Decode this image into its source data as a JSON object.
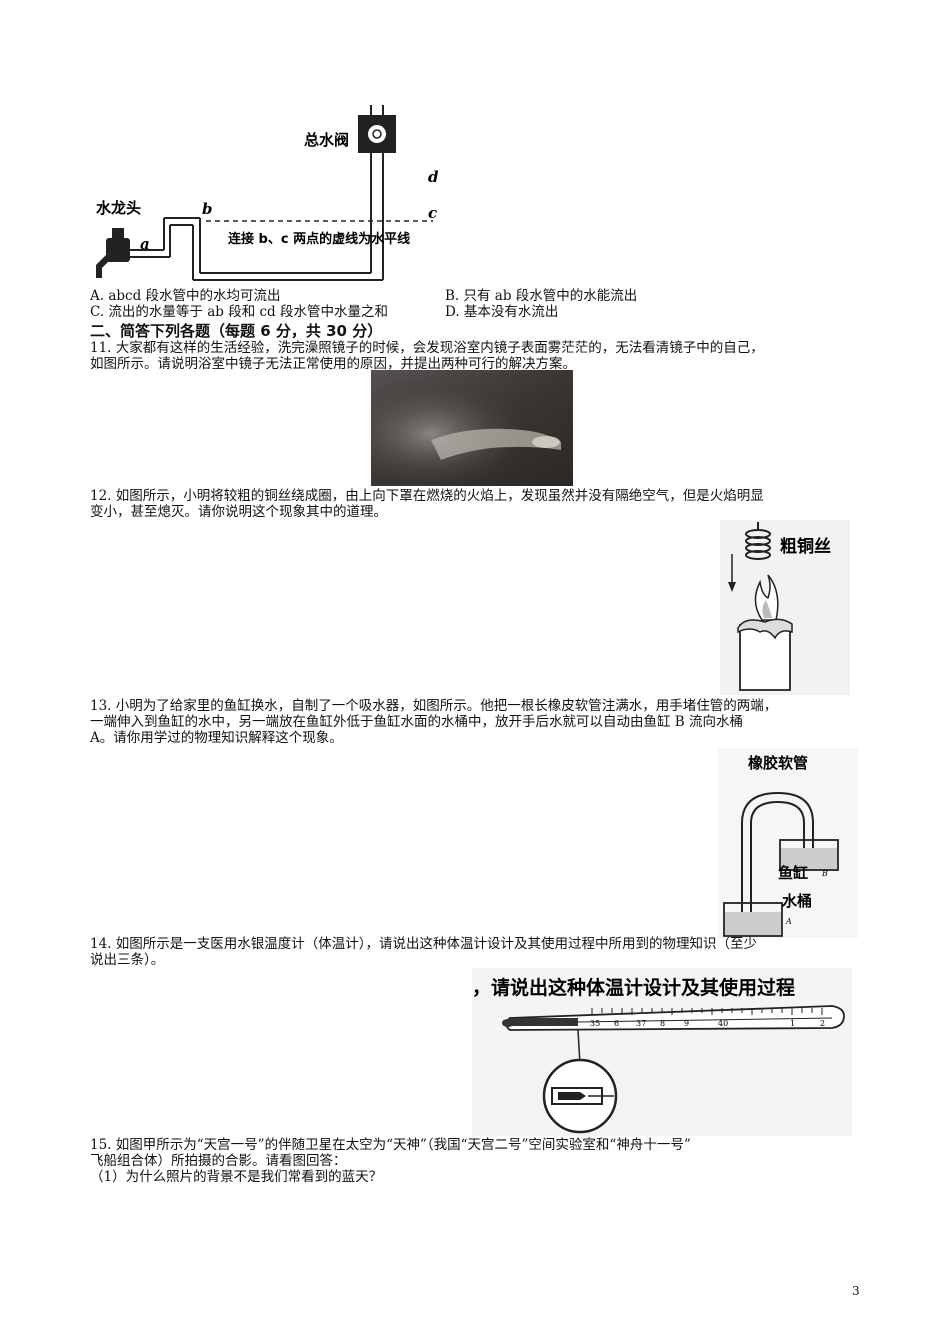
{
  "fig10": {
    "valve_label": "总水阀",
    "faucet_label": "水龙头",
    "point_a": "a",
    "point_b": "b",
    "point_c": "c",
    "point_d": "d",
    "dashed_note": "连接 b、c 两点的虚线为水平线"
  },
  "q10_options": {
    "A": "A. abcd 段水管中的水均可流出",
    "B": "B. 只有 ab 段水管中的水能流出",
    "C": "C. 流出的水量等于 ab 段和 cd 段水管中水量之和",
    "D": "D. 基本没有水流出"
  },
  "section2": {
    "title": "二、简答下列各题（每题 6 分，共 30 分）"
  },
  "q11": {
    "line1": "11. 大家都有这样的生活经验，洗完澡照镜子的时候，会发现浴室内镜子表面雾茫茫的，无法看清镜子中的自己，",
    "line2": "如图所示。请说明浴室中镜子无法正常使用的原因，并提出两种可行的解决方案。"
  },
  "q12": {
    "line1": "12. 如图所示，小明将较粗的铜丝绕成圈，由上向下罩在燃烧的火焰上，发现虽然并没有隔绝空气，但是火焰明显",
    "line2": "变小，甚至熄灭。请你说明这个现象其中的道理。",
    "fig_label": "粗铜丝"
  },
  "q13": {
    "line1": "13. 小明为了给家里的鱼缸换水，自制了一个吸水器，如图所示。他把一根长橡皮软管注满水，用手堵住管的两端，",
    "line2": "一端伸入到鱼缸的水中，另一端放在鱼缸外低于鱼缸水面的水桶中，放开手后水就可以自动由鱼缸 B 流向水桶",
    "line3": "A。请你用学过的物理知识解释这个现象。",
    "fig_hose": "橡胶软管",
    "fig_tank": "鱼缸",
    "fig_bucket": "水桶",
    "fig_b": "B",
    "fig_a": "A"
  },
  "q14": {
    "line1": "14. 如图所示是一支医用水银温度计（体温计），请说出这种体温计设计及其使用过程中所用到的物理知识（至少",
    "line2": "说出三条）。",
    "fig_caption": "，请说出这种体温计设计及其使用过程",
    "scale": [
      "35",
      "6",
      "37",
      "8",
      "9",
      "40",
      "1",
      "2"
    ]
  },
  "q15": {
    "line1": "15. 如图甲所示为“天宫一号”的伴随卫星在太空为“天神”（我国“天宫二号”空间实验室和“神舟十一号”",
    "line2": "飞船组合体）所拍摄的合影。请看图回答：",
    "line3": "（1）为什么照片的背景不是我们常看到的蓝天？"
  },
  "page_number": "3"
}
